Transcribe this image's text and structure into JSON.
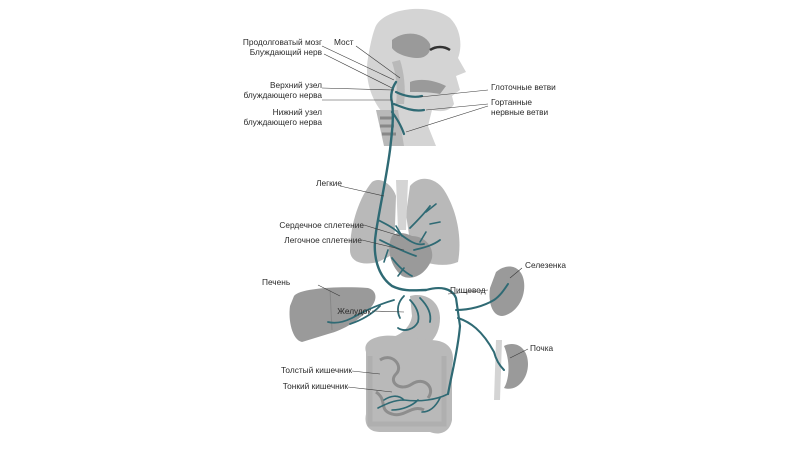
{
  "labels": {
    "medulla": "Продолговатый мозг",
    "vagus": "Блуждающий нерв",
    "pons": "Мост",
    "superior_ganglion_1": "Верхний узел",
    "superior_ganglion_2": "блуждающего нерва",
    "inferior_ganglion_1": "Нижний узел",
    "inferior_ganglion_2": "блуждающего нерва",
    "pharyngeal": "Глоточные ветви",
    "laryngeal_1": "Гортанные",
    "laryngeal_2": "нервные ветви",
    "lungs": "Легкие",
    "cardiac": "Сердечное сплетение",
    "pulmonary": "Легочное  сплетение",
    "liver": "Печень",
    "esophagus": "Пищевод",
    "spleen": "Селезенка",
    "stomach": "Желудок",
    "kidney": "Почка",
    "colon": "Толстый кишечник",
    "small_intestine": "Тонкий кишечник"
  },
  "colors": {
    "nerve": "#2f6a74",
    "organ": "#b9b9b9",
    "label": "#2a2a2a"
  }
}
